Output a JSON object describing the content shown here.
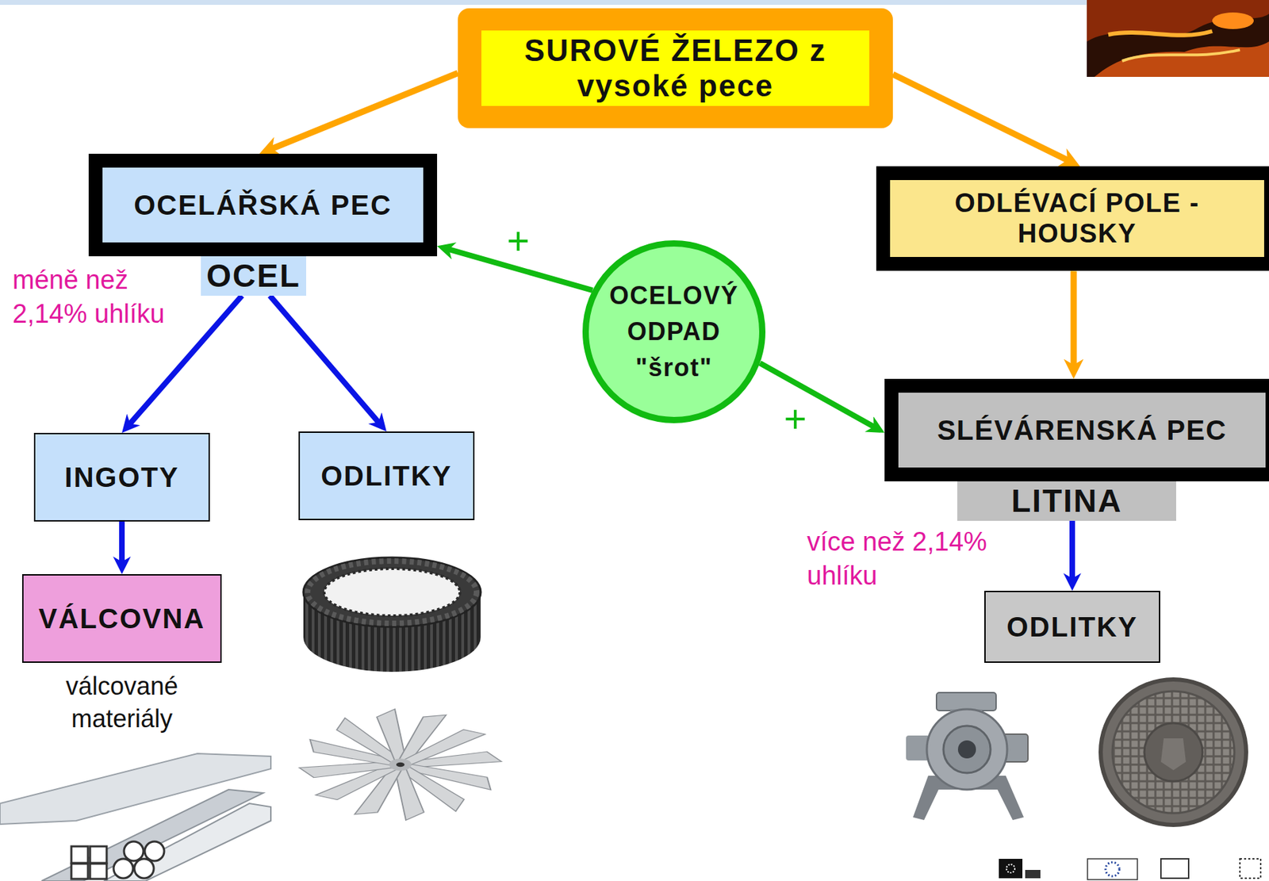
{
  "diagram": {
    "nodes": [
      {
        "text": [
          "SUROVÉ ŽELEZO z vysoké pece"
        ]
      },
      {
        "text": [
          "OCELÁŘSKÁ PEC",
          "OCEL"
        ]
      },
      {
        "text": [
          "ODLÉVACÍ POLE - HOUSKY"
        ]
      },
      {
        "text": [
          "OCELOVÝ ODPAD \"šrot\""
        ]
      },
      {
        "text": [
          "SLÉVÁRENSKÁ PEC",
          "LITINA"
        ]
      },
      {
        "text": [
          "INGOTY"
        ]
      },
      {
        "text": [
          "ODLITKY"
        ]
      },
      {
        "text": [
          "VÁLCOVNA"
        ]
      },
      {
        "text": [
          "ODLITKY"
        ]
      }
    ],
    "edges": [
      {
        "from": 0,
        "to": 1,
        "arrow": "to"
      },
      {
        "from": 0,
        "to": 2,
        "arrow": "to"
      },
      {
        "from": 2,
        "to": 4,
        "arrow": "to"
      },
      {
        "from": 3,
        "to": 1,
        "arrow": "to",
        "label": "+"
      },
      {
        "from": 3,
        "to": 4,
        "arrow": "to",
        "label": "+"
      },
      {
        "from": 1,
        "to": 5,
        "arrow": "to"
      },
      {
        "from": 1,
        "to": 6,
        "arrow": "to"
      },
      {
        "from": 5,
        "to": 7,
        "arrow": "to"
      },
      {
        "from": 4,
        "to": 8,
        "arrow": "to"
      }
    ],
    "labels": [
      "méně než 2,14% uhlíku",
      "více než 2,14% uhlíku",
      "válcované materiály"
    ]
  }
}
